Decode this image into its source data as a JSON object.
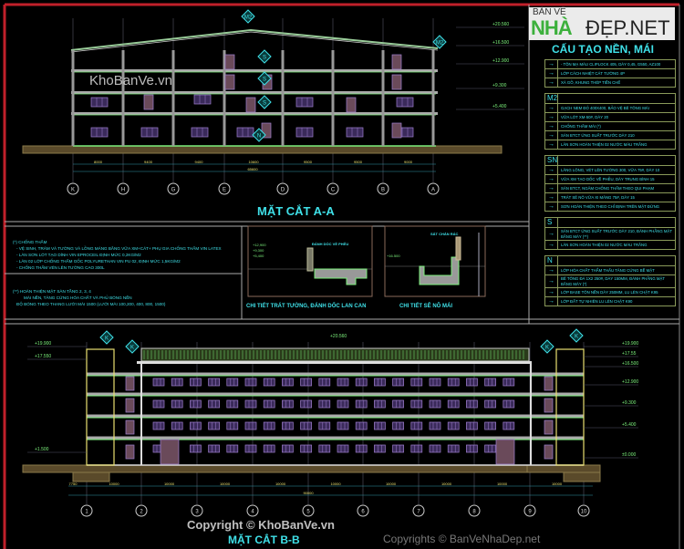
{
  "section_aa": {
    "title": "MẶT CẮT A-A",
    "axes": [
      "K",
      "H",
      "G",
      "E",
      "D",
      "C",
      "B",
      "A"
    ],
    "span_dims": [
      "8000",
      "9400",
      "9400",
      "10600",
      "9500",
      "9500",
      "9000"
    ],
    "total_dim": "65600",
    "levels": [
      "+20.560",
      "+16.500",
      "+12.900",
      "+9.300",
      "+5.400"
    ],
    "floor_tags": [
      "S",
      "S",
      "S",
      "N"
    ],
    "roof_tag": "M2"
  },
  "notes": {
    "waterproof_title": "(*) CHỐNG THẤM",
    "waterproof_lines": [
      "- VỆ SINH, TRÁM VÀ TƯỜNG VÀ LỒNG MÁNG BẰNG VỮA XM+CÁT+ PHỤ GIA CHỐNG THẤM VIN LATEX",
      "- LÀN SƠN LÓT TẠO DÍNH VIN EPROCEIL ĐỊNH MỨC 0,2KG/M2",
      "- LÀN 02 LỚP CHỐNG THẤM GỐC POLYURETHAN VIN PU 02, ĐỊNH MỨC 1,5KG/M2",
      "- CHỐNG THẤM VÉN LÊN TƯỜNG CAO 300L"
    ],
    "finish_title": "(**) HOÀN THIỆN MẶT SÀN TẦNG 2, 3, 4",
    "finish_lines": [
      "MÀI NỀN, TĂNG CỨNG HÓA CHẤT VÀ PHỦ BÓNG NỀN",
      "ĐỘ BÓNG THEO THANG LƯỚI MÀI 1500 (LƯỚI MÀI 100,200, 400, 800, 1500)"
    ]
  },
  "details": [
    {
      "title": "CHI TIẾT TRÁT TƯỜNG, ĐÁNH DỐC LAN CAN",
      "note": "ĐÁNH DỐC VỀ PHỄU",
      "levels": [
        "+12,900",
        "+9,300",
        "+5,400"
      ]
    },
    {
      "title": "CHI TIẾT SÊ NÔ MÁI",
      "note": "SẮT CHẮN RÁC",
      "level": "+16.500"
    }
  ],
  "legend": {
    "title": "CẤU TẠO NỀN, MÁI",
    "groups": [
      {
        "code": "",
        "items": [
          "- TÔN MẠ MÀU CLIPLOCK 405, DÀY 0,45, G550, AZ100",
          "LỚP CÁCH NHIỆT CÁT TƯỜNG 4P",
          "XÀ GỒ, KHUNG THÉP TIỀN CHẾ"
        ]
      },
      {
        "code": "M2",
        "items": [
          "GẠCH NEM ĐỎ 400X400, BẢO VỆ BÊ TÔNG MÁI",
          "VỮA LÓT XM-50#, DÀY 20",
          "CHỐNG THẤM MÁI (*)",
          "SÀN BTCT ỨNG SUẤT TRƯỚC DÀY 210",
          "LĂN SƠN HOÀN THIỆN 02 NƯỚC MÀU TRẮNG"
        ]
      },
      {
        "code": "SN",
        "items": [
          "LĂNG LÔNG, VÉT LÊN TƯỜNG 300, VỮA 75#, DÀY 10",
          "VỮA XM TẠO DỐC VỀ PHỄU, DÀY TRUNG BÌNH 15",
          "SÀN BTCT, NGÂM CHỐNG THẤM THEO QUI PHẠM",
          "TRÁT SÊ NÔ VỮA XI MĂNG 75#, DÀY 15",
          "SƠN HOÀN THIỆN THEO CHỈ ĐỊNH TRÊN MẶT ĐỨNG"
        ]
      },
      {
        "code": "S",
        "items": [
          "SÀN BTCT ỨNG SUẤT TRƯỚC DÀY 210, ĐÁNH PHẲNG MẶT BẰNG MÁY (**)",
          "LĂN SƠN HOÀN THIỆN 02 NƯỚC MÀU TRẮNG"
        ]
      },
      {
        "code": "N",
        "items": [
          "LỚP HÓA CHẤT THẨM THẤU TĂNG CỨNG BỀ MẶT",
          "BÊ TÔNG ĐÁ 1X2 250#, DÀY 150MM, ĐÁNH PHẲNG MẶT BẰNG MÁY (*)",
          "LỚP BASE TÔN NỀN DÀY 250MM, LU LÈN CHẶT K95",
          "LỚP ĐẤT TỰ NHIÊN LU LÈN CHẶT K90"
        ]
      }
    ]
  },
  "section_bb": {
    "title": "MẶT CẮT B-B",
    "axes": [
      "1",
      "2",
      "3",
      "4",
      "5",
      "6",
      "7",
      "8",
      "9",
      "10"
    ],
    "span_dims": [
      "7750",
      "10000",
      "10000",
      "10000",
      "10000",
      "10000",
      "10000",
      "10000",
      "10000",
      "10000"
    ],
    "total_dim": "90000",
    "left_levels": [
      "+19.900",
      "+17.550",
      "+1.500"
    ],
    "right_levels": [
      "+19.900",
      "+17.55",
      "+16.500",
      "+12.900",
      "+9.300",
      "+5.400",
      "±0.000"
    ],
    "top_level": "+20.560",
    "tags": [
      "K",
      "K",
      "K",
      "K"
    ]
  },
  "watermarks": {
    "top": "KhoBanVe.vn",
    "copyright1": "Copyright © KhoBanVe.vn",
    "copyright2": "Copyrights © BanVeNhaDep.net",
    "logo_small": "BẢN VẼ",
    "logo_big1": "NHÀ",
    "logo_big2": "ĐẸP.NET"
  },
  "colors": {
    "background": "#000000",
    "border": "#c0202a",
    "text_cyan": "#3fe0e8",
    "text_green": "#7cf07c",
    "slab": "#c8c8c8",
    "window": "#8060c0"
  }
}
